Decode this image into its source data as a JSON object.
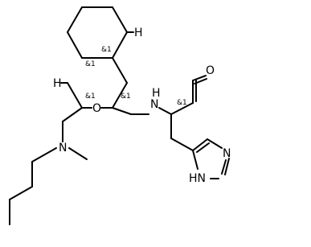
{
  "atom_labels": {
    "h_top": "H",
    "h_left": "H",
    "o_ring": "O",
    "nh_link": "H",
    "n_link": "N",
    "o_aldehyde": "O",
    "n_amine": "N",
    "n_imidazole": "N",
    "hn_imidazole": "HN"
  },
  "stereo_labels": {
    "c4a": "&1",
    "c8a": "&1",
    "c1": "&1",
    "c3": "&1",
    "c_alpha": "&1"
  },
  "colors": {
    "bond": "#000000",
    "text": "#000000",
    "background": "#ffffff"
  }
}
